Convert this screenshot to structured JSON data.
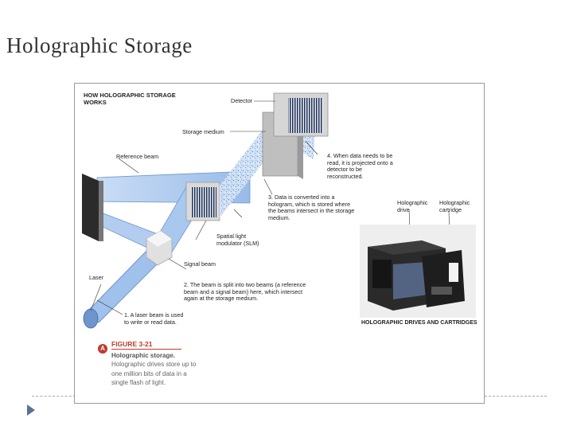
{
  "slide": {
    "title": "Holographic Storage"
  },
  "figure": {
    "heading": "HOW HOLOGRAPHIC STORAGE WORKS",
    "labels": {
      "detector": "Detector",
      "storage_medium": "Storage medium",
      "reference_beam": "Reference beam",
      "slm": "Spatial light modulator (SLM)",
      "signal_beam": "Signal beam",
      "laser": "Laser",
      "step1": "1. A laser beam is used to write or read data.",
      "step2": "2. The beam is split into two beams (a reference beam and a signal beam) here, which intersect again at the storage medium.",
      "step3": "3. Data is converted into a hologram, which is stored where the beams intersect in the storage medium.",
      "step4": "4. When data needs to be read, it is projected onto a detector to be reconstructed.",
      "holographic_drive": "Holographic drive",
      "holographic_cartridge": "Holographic cartridge"
    },
    "photo_caption": "HOLOGRAPHIC DRIVES AND CARTRIDGES",
    "caption": {
      "badge": "A",
      "number": "FIGURE 3-21",
      "title": "Holographic storage.",
      "body": "Holographic drives store up to one million bits of data in a single flash of light."
    }
  },
  "colors": {
    "beam_blue": "#a9c8ee",
    "beam_edge": "#5d86c4",
    "accent_red": "#c0392b",
    "title_text": "#333333"
  }
}
